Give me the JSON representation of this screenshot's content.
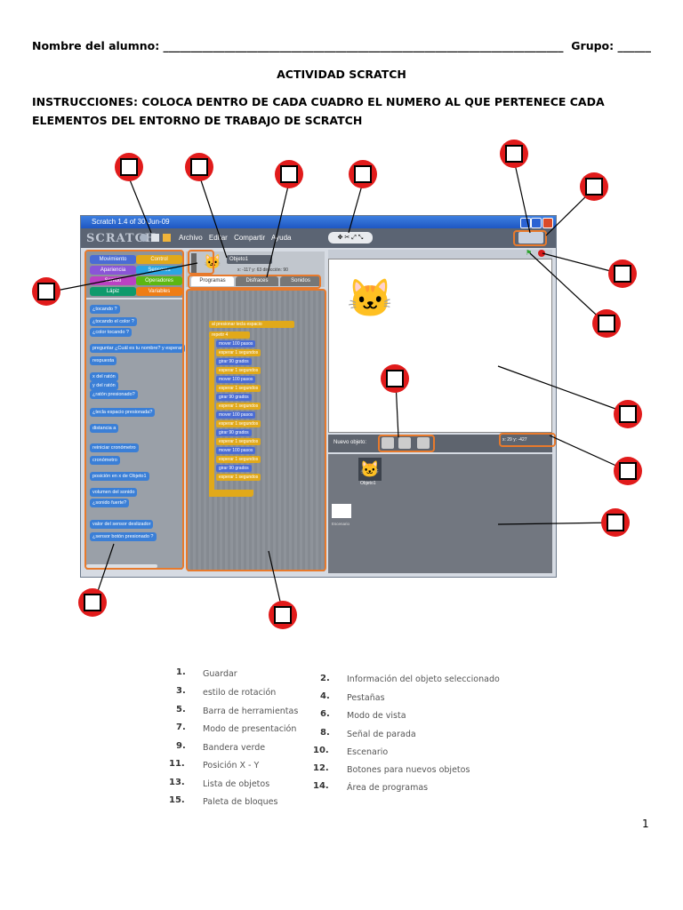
{
  "header": {
    "student_label": "Nombre del alumno: ________________________________________________________________________",
    "group_label": "Grupo: ______"
  },
  "title": "ACTIVIDAD SCRATCH",
  "instructions": "INSTRUCCIONES: COLOCA DENTRO DE CADA CUADRO EL NUMERO AL QUE PERTENECE CADA ELEMENTOS DEL ENTORNO DE TRABAJO DE SCRATCH",
  "screenshot": {
    "window_title": "Scratch 1.4 of 30-Jun-09",
    "logo": "SCRATCH",
    "menu": [
      "Archivo",
      "Editar",
      "Compartir",
      "Ayuda"
    ],
    "categories": [
      "Movimiento",
      "Control",
      "Apariencia",
      "Sensores",
      "Sonido",
      "Operadores",
      "Lápiz",
      "Variables"
    ],
    "sprite_name": "Objeto1",
    "sprite_info": "x: -117  y: 63   dirección: 90",
    "tabs": [
      "Programas",
      "Disfraces",
      "Sonidos"
    ],
    "new_sprite_label": "Nuevo objeto:",
    "xy_readout": "x: 29   y: -427",
    "sprite_thumb_label": "Objeto1",
    "stage_thumb_label": "Escenario",
    "palette_blocks": [
      "¿tocando ?",
      "¿tocando el color ?",
      "¿color tocando ?",
      "preguntar ¿Cuál es tu nombre? y esperar",
      "respuesta",
      "x del ratón",
      "y del ratón",
      "¿ratón presionado?",
      "¿tecla espacio presionada?",
      "distancia a",
      "reiniciar cronómetro",
      "cronómetro",
      "posición en x de Objeto1",
      "volumen del sonido",
      "¿sonido fuerte?",
      "valor del sensor deslizador",
      "¿sensor botón presionado ?"
    ],
    "script_blocks": [
      "al presionar tecla espacio",
      "repetir 4",
      "mover 100 pasos",
      "esperar 1 segundos",
      "girar 90 grados",
      "esperar 1 segundos",
      "mover 100 pasos",
      "esperar 1 segundos",
      "girar 90 grados",
      "esperar 1 segundos",
      "mover 100 pasos",
      "esperar 1 segundos",
      "girar 90 grados",
      "esperar 1 segundos",
      "mover 100 pasos",
      "esperar 1 segundos",
      "girar 90 grados",
      "esperar 1 segundos"
    ]
  },
  "legend": [
    {
      "n": "1.",
      "label": "Guardar"
    },
    {
      "n": "2.",
      "label": "Información del objeto seleccionado"
    },
    {
      "n": "3.",
      "label": "estilo de rotación"
    },
    {
      "n": "4.",
      "label": "Pestañas"
    },
    {
      "n": "5.",
      "label": "Barra de herramientas"
    },
    {
      "n": "6.",
      "label": "Modo de vista"
    },
    {
      "n": "7.",
      "label": "Modo de presentación"
    },
    {
      "n": "8.",
      "label": "Señal de parada"
    },
    {
      "n": "9.",
      "label": "Bandera verde"
    },
    {
      "n": "10.",
      "label": "Escenario"
    },
    {
      "n": "11.",
      "label": "Posición X - Y"
    },
    {
      "n": "12.",
      "label": "Botones para nuevos objetos"
    },
    {
      "n": "13.",
      "label": "Lista de objetos"
    },
    {
      "n": "14.",
      "label": "Área de programas"
    },
    {
      "n": "15.",
      "label": "Paleta de bloques"
    }
  ],
  "page_number": "1",
  "colors": {
    "callout": "#e11b1b",
    "highlight": "#e87a2c"
  }
}
